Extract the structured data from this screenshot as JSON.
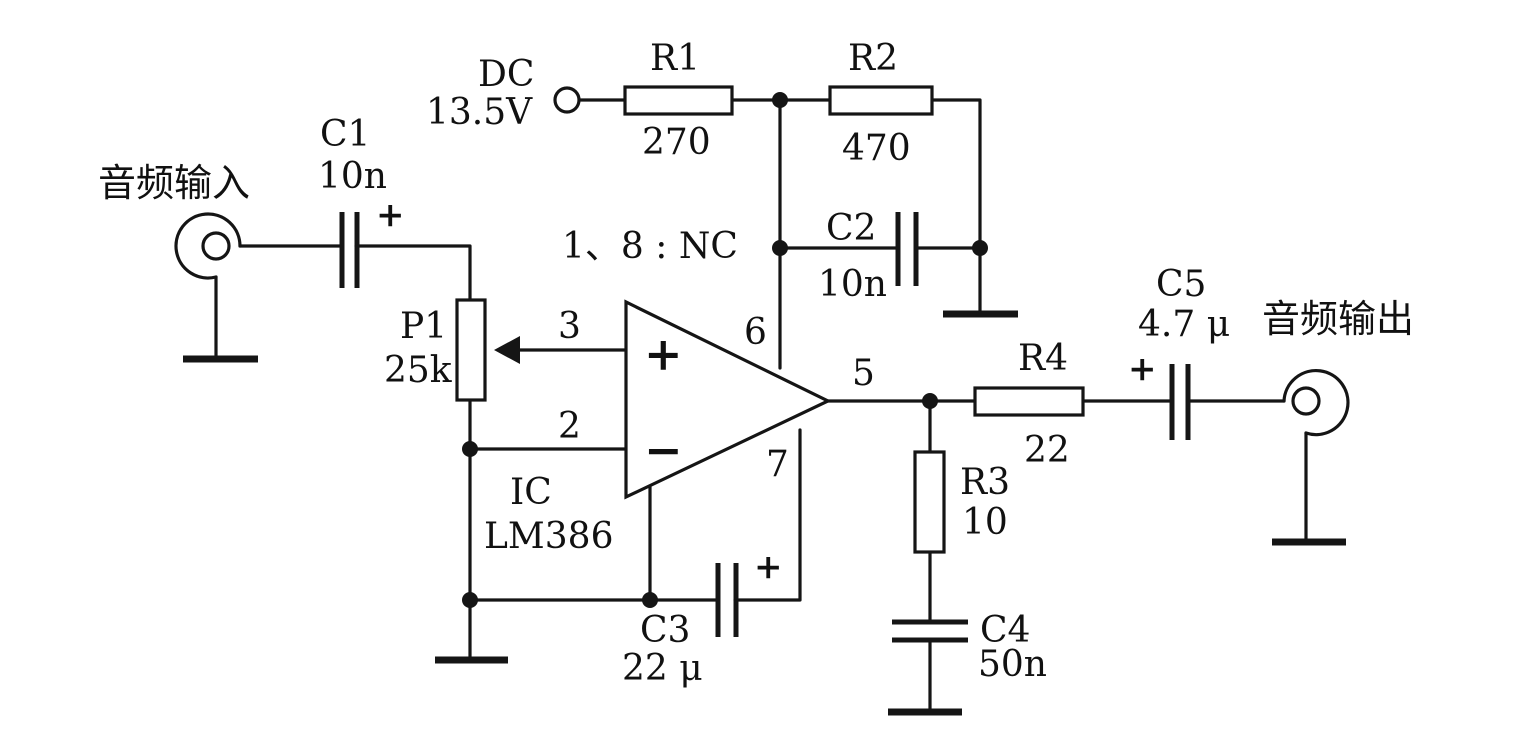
{
  "labels": {
    "dc_name": "DC",
    "dc_voltage": "13.5V",
    "r1_name": "R1",
    "r1_value": "270",
    "r2_name": "R2",
    "r2_value": "470",
    "c1_name": "C1",
    "c1_value": "10n",
    "c2_name": "C2",
    "c2_value": "10n",
    "c3_name": "C3",
    "c3_value": "22 μ",
    "c4_name": "C4",
    "c4_value": "50n",
    "c5_name": "C5",
    "c5_value": "4.7 μ",
    "r3_name": "R3",
    "r3_value": "10",
    "r4_name": "R4",
    "r4_value": "22",
    "p1_name": "P1",
    "p1_value": "25k",
    "ic_name": "IC",
    "ic_part": "LM386",
    "nc_note": "1、8 : NC",
    "pin3": "3",
    "pin2": "2",
    "pin6": "6",
    "pin5": "5",
    "pin7": "7",
    "plus_in": "+",
    "minus_in": "−",
    "polarity": "+",
    "audio_in": "音频输入",
    "audio_out": "音频输出"
  }
}
